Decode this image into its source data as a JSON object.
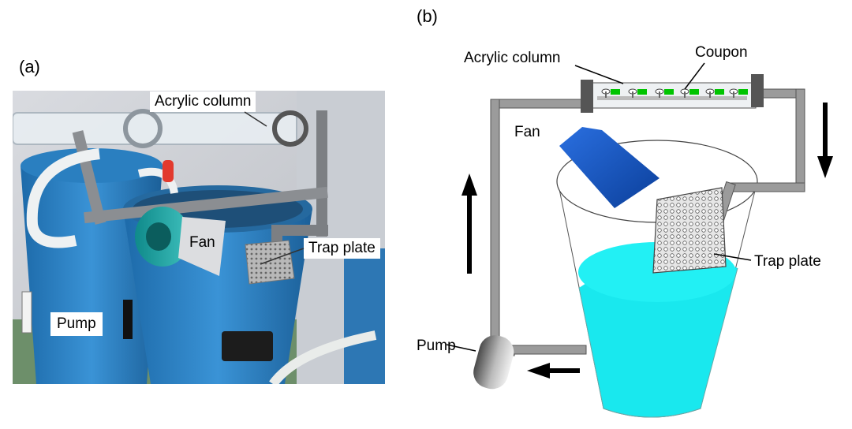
{
  "panels": {
    "a": {
      "letter": "(a)",
      "labels": {
        "acrylic_column": "Acrylic column",
        "fan": "Fan",
        "trap_plate": "Trap plate",
        "pump": "Pump"
      }
    },
    "b": {
      "letter": "(b)",
      "labels": {
        "acrylic_column": "Acrylic column",
        "coupon": "Coupon",
        "fan": "Fan",
        "trap_plate": "Trap plate",
        "pump": "Pump"
      }
    }
  },
  "colors": {
    "water": "#19e8ee",
    "fan_blue": "#1f5fd0",
    "coupon_green": "#00c400",
    "pipe_gray": "#9a9a9a",
    "tank_blue": "#2f86c9"
  },
  "icons": {
    "flow_arrows": [
      "arrow-down-icon",
      "arrow-up-icon",
      "arrow-left-icon"
    ]
  }
}
